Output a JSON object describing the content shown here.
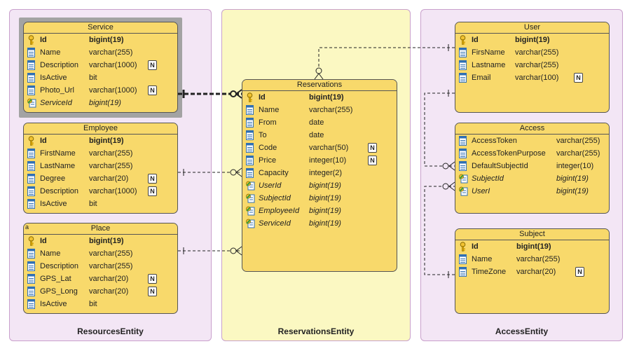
{
  "packages": [
    {
      "key": "resources",
      "label": "ResourcesEntity"
    },
    {
      "key": "reservations",
      "label": "ReservationsEntity"
    },
    {
      "key": "access",
      "label": "AccessEntity"
    }
  ],
  "colors": {
    "package_resources": "#f3e6f5",
    "package_reservations": "#fbf8c2",
    "package_access": "#f3e6f5",
    "entity_fill": "#f8d96b",
    "selection": "#a3a3a3"
  },
  "entities": {
    "service": {
      "title": "Service",
      "columns": [
        {
          "name": "Id",
          "type": "bigint(19)",
          "kind": "pk",
          "nullable": false
        },
        {
          "name": "Name",
          "type": "varchar(255)",
          "kind": "col",
          "nullable": false
        },
        {
          "name": "Description",
          "type": "varchar(1000)",
          "kind": "col",
          "nullable": true
        },
        {
          "name": "IsActive",
          "type": "bit",
          "kind": "col",
          "nullable": false
        },
        {
          "name": "Photo_Url",
          "type": "varchar(1000)",
          "kind": "col",
          "nullable": true
        },
        {
          "name": "ServiceId",
          "type": "bigint(19)",
          "kind": "fk",
          "nullable": false
        }
      ]
    },
    "employee": {
      "title": "Employee",
      "columns": [
        {
          "name": "Id",
          "type": "bigint(19)",
          "kind": "pk",
          "nullable": false
        },
        {
          "name": "FirstName",
          "type": "varchar(255)",
          "kind": "col",
          "nullable": false
        },
        {
          "name": "LastName",
          "type": "varchar(255)",
          "kind": "col",
          "nullable": false
        },
        {
          "name": "Degree",
          "type": "varchar(20)",
          "kind": "col",
          "nullable": true
        },
        {
          "name": "Description",
          "type": "varchar(1000)",
          "kind": "col",
          "nullable": true
        },
        {
          "name": "IsActive",
          "type": "bit",
          "kind": "col",
          "nullable": false
        }
      ]
    },
    "place": {
      "title": "Place",
      "corner_label": "a",
      "columns": [
        {
          "name": "Id",
          "type": "bigint(19)",
          "kind": "pk",
          "nullable": false
        },
        {
          "name": "Name",
          "type": "varchar(255)",
          "kind": "col",
          "nullable": false
        },
        {
          "name": "Description",
          "type": "varchar(255)",
          "kind": "col",
          "nullable": false
        },
        {
          "name": "GPS_Lat",
          "type": "varchar(20)",
          "kind": "col",
          "nullable": true
        },
        {
          "name": "GPS_Long",
          "type": "varchar(20)",
          "kind": "col",
          "nullable": true
        },
        {
          "name": "IsActive",
          "type": "bit",
          "kind": "col",
          "nullable": false
        }
      ]
    },
    "reservations": {
      "title": "Reservations",
      "columns": [
        {
          "name": "Id",
          "type": "bigint(19)",
          "kind": "pk",
          "nullable": false
        },
        {
          "name": "Name",
          "type": "varchar(255)",
          "kind": "col",
          "nullable": false
        },
        {
          "name": "From",
          "type": "date",
          "kind": "col",
          "nullable": false
        },
        {
          "name": "To",
          "type": "date",
          "kind": "col",
          "nullable": false
        },
        {
          "name": "Code",
          "type": "varchar(50)",
          "kind": "col",
          "nullable": true
        },
        {
          "name": "Price",
          "type": "integer(10)",
          "kind": "col",
          "nullable": true
        },
        {
          "name": "Capacity",
          "type": "integer(2)",
          "kind": "col",
          "nullable": false
        },
        {
          "name": "UserId",
          "type": "bigint(19)",
          "kind": "fk",
          "nullable": false
        },
        {
          "name": "SubjectId",
          "type": "bigint(19)",
          "kind": "fk",
          "nullable": false
        },
        {
          "name": "EmployeeId",
          "type": "bigint(19)",
          "kind": "fk",
          "nullable": false
        },
        {
          "name": "ServiceId",
          "type": "bigint(19)",
          "kind": "fk",
          "nullable": false
        }
      ]
    },
    "user": {
      "title": "User",
      "columns": [
        {
          "name": "Id",
          "type": "bigint(19)",
          "kind": "pk",
          "nullable": false
        },
        {
          "name": "FirsName",
          "type": "varchar(255)",
          "kind": "col",
          "nullable": false
        },
        {
          "name": "Lastname",
          "type": "varchar(255)",
          "kind": "col",
          "nullable": false
        },
        {
          "name": "Email",
          "type": "varchar(100)",
          "kind": "col",
          "nullable": true
        }
      ]
    },
    "access": {
      "title": "Access",
      "columns": [
        {
          "name": "AccessToken",
          "type": "varchar(255)",
          "kind": "col",
          "nullable": false
        },
        {
          "name": "AccessTokenPurpose",
          "type": "varchar(255)",
          "kind": "col",
          "nullable": false
        },
        {
          "name": "DefaultSubjectId",
          "type": "integer(10)",
          "kind": "col",
          "nullable": false
        },
        {
          "name": "SubjectId",
          "type": "bigint(19)",
          "kind": "fk",
          "nullable": false
        },
        {
          "name": "UserI",
          "type": "bigint(19)",
          "kind": "fk",
          "nullable": false
        }
      ]
    },
    "subject": {
      "title": "Subject",
      "columns": [
        {
          "name": "Id",
          "type": "bigint(19)",
          "kind": "pk",
          "nullable": false
        },
        {
          "name": "Name",
          "type": "varchar(255)",
          "kind": "col",
          "nullable": false
        },
        {
          "name": "TimeZone",
          "type": "varchar(20)",
          "kind": "col",
          "nullable": true
        }
      ]
    }
  },
  "null_marker": "N"
}
